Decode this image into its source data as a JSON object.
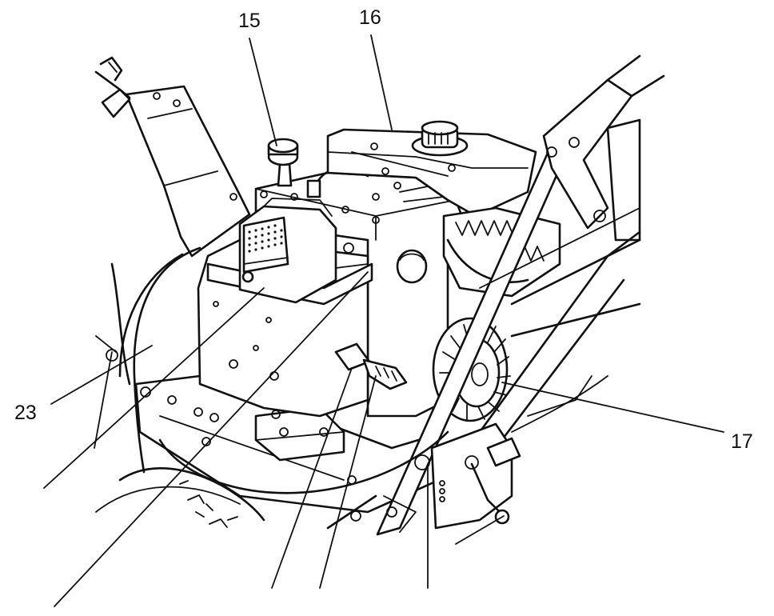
{
  "figure": {
    "callouts": [
      {
        "id": "c15",
        "label": "15"
      },
      {
        "id": "c16",
        "label": "16"
      },
      {
        "id": "c17",
        "label": "17"
      },
      {
        "id": "c23",
        "label": "23"
      }
    ],
    "colors": {
      "ink": "#111111",
      "paper": "#ffffff"
    }
  }
}
